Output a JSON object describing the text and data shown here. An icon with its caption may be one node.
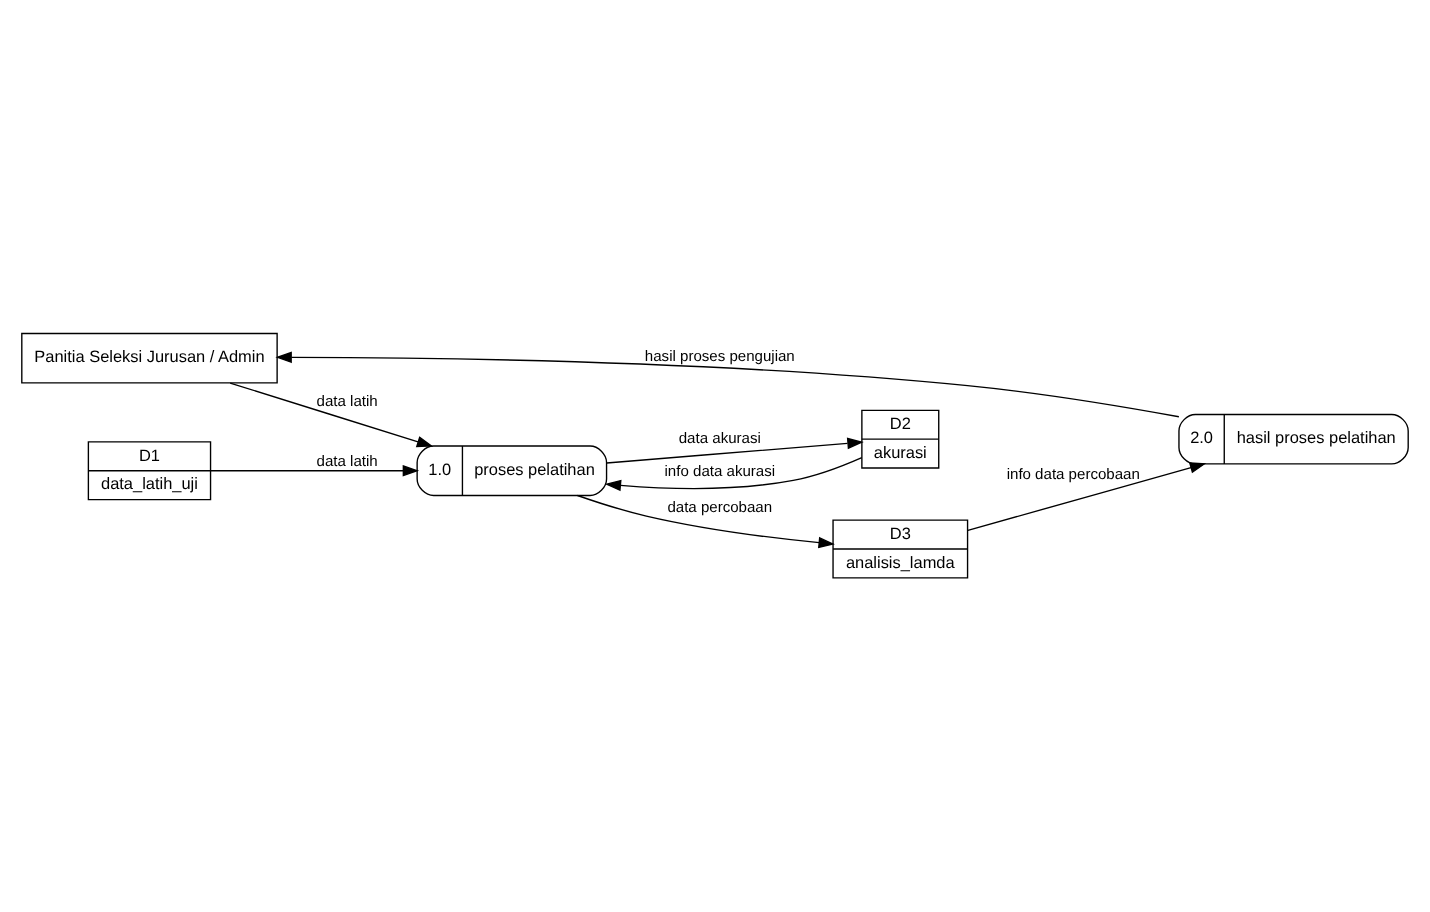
{
  "diagram": {
    "nodes": [
      {
        "text": [
          "Panitia Seleksi Jurusan / Admin"
        ]
      },
      {
        "text": [
          "1.0",
          "proses pelatihan"
        ]
      },
      {
        "text": [
          "D1",
          "data_latih_uji"
        ]
      },
      {
        "text": [
          "D2",
          "akurasi"
        ]
      },
      {
        "text": [
          "D3",
          "analisis_lamda"
        ]
      },
      {
        "text": [
          "2.0",
          "hasil proses pelatihan"
        ]
      }
    ],
    "edges": [
      {
        "from": 2,
        "to": 1,
        "arrow": "to",
        "label": "data latih"
      },
      {
        "from": 0,
        "to": 1,
        "arrow": "to",
        "label": "data latih"
      },
      {
        "from": 1,
        "to": 3,
        "arrow": "to",
        "label": "data akurasi"
      },
      {
        "from": 3,
        "to": 1,
        "arrow": "to",
        "label": "info data akurasi"
      },
      {
        "from": 1,
        "to": 4,
        "arrow": "to",
        "label": "data percobaan"
      },
      {
        "from": 4,
        "to": 5,
        "arrow": "to",
        "label": "info data percobaan"
      },
      {
        "from": 5,
        "to": 0,
        "arrow": "to",
        "label": "hasil proses pengujian"
      }
    ]
  }
}
